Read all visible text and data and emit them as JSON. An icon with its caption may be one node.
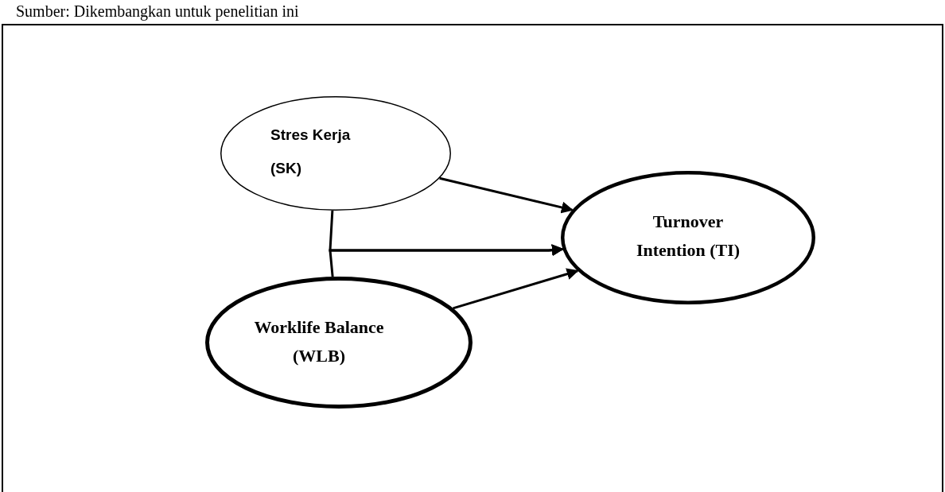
{
  "diagram": {
    "nodes": [
      {
        "text": [
          "Stres Kerja (SK)"
        ]
      },
      {
        "text": [
          "Turnover Intention (TI)"
        ]
      },
      {
        "text": [
          "Worklife Balance (WLB)"
        ]
      }
    ],
    "edges": [
      {
        "from": 0,
        "to": 1,
        "arrow": "to"
      },
      {
        "from": 0,
        "to": 1,
        "arrow": "to"
      },
      {
        "from": 2,
        "to": 1,
        "arrow": "to"
      },
      {
        "from": 2,
        "to": 1,
        "arrow": "to"
      }
    ],
    "labels": [
      "Sumber: Dikembangkan untuk penelitian ini"
    ]
  }
}
